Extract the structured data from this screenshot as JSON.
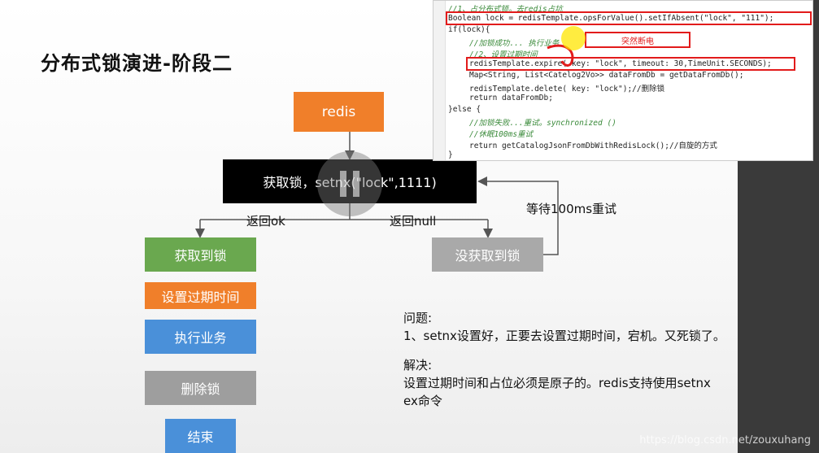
{
  "slide": {
    "title": "分布式锁演进-阶段二",
    "boxes": {
      "redis": "redis",
      "get_lock": "获取锁，setnx(\"lock\",1111)",
      "got_lock": "获取到锁",
      "set_expire": "设置过期时间",
      "execute": "执行业务",
      "delete_lock": "删除锁",
      "end": "结束",
      "no_lock": "没获取到锁"
    },
    "labels": {
      "return_ok": "返回ok",
      "return_null": "返回null",
      "retry": "等待100ms重试"
    },
    "notes": {
      "problem_title": "问题:",
      "problem_text": "1、setnx设置好，正要去设置过期时间，宕机。又死锁了。",
      "solution_title": "解决:",
      "solution_text": "设置过期时间和占位必须是原子的。redis支持使用setnx ex命令"
    }
  },
  "code": {
    "annotation": "突然断电",
    "lines": [
      "//1、占分布式锁。去redis占坑",
      "Boolean lock = redisTemplate.opsForValue().setIfAbsent(\"lock\", \"111\");",
      "if(lock){",
      "//加锁成功... 执行业务",
      "//2、设置过期时间",
      "redisTemplate.expire( key: \"lock\", timeout: 30,TimeUnit.SECONDS);",
      "Map<String, List<Catelog2Vo>> dataFromDb = getDataFromDb();",
      "redisTemplate.delete( key: \"lock\");//删除锁",
      "return dataFromDb;",
      "}else {",
      "//加锁失败...重试。synchronized ()",
      "//休眠100ms重试",
      "return getCatalogJsonFromDbWithRedisLock();//自旋的方式",
      "}"
    ]
  },
  "watermark": "https://blog.csdn.net/zouxuhang",
  "colors": {
    "orange": "#f07f2a",
    "green": "#6aa84f",
    "blue": "#4a90d9",
    "gray": "#9e9e9e",
    "annotation_red": "#e21b1b"
  }
}
